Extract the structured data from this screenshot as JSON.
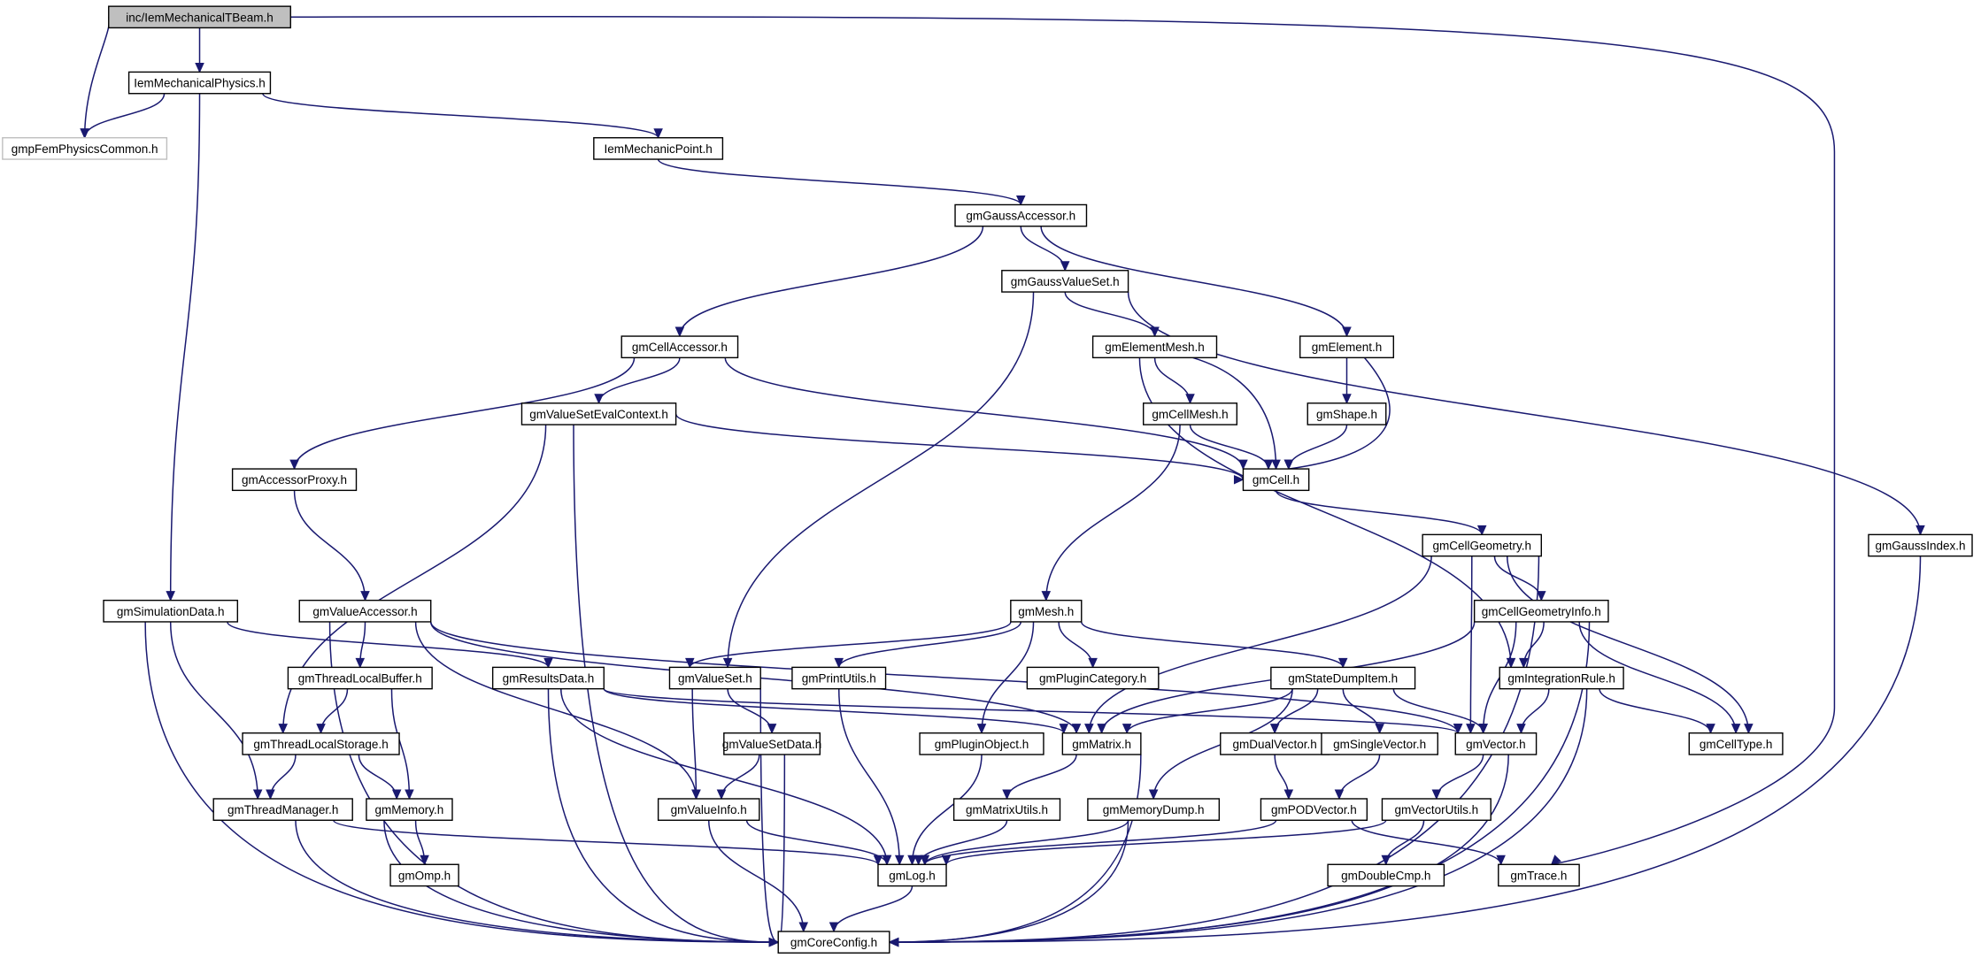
{
  "diagram": {
    "edge_color": "#191970",
    "root_fill": "#bfbfbf",
    "nodes": [
      {
        "id": "root",
        "label": "inc/IemMechanicalTBeam.h",
        "style": "root"
      },
      {
        "id": "physics",
        "label": "IemMechanicalPhysics.h"
      },
      {
        "id": "femcommon",
        "label": "gmpFemPhysicsCommon.h",
        "style": "external"
      },
      {
        "id": "mechpoint",
        "label": "IemMechanicPoint.h"
      },
      {
        "id": "gaussacc",
        "label": "gmGaussAccessor.h"
      },
      {
        "id": "gaussvs",
        "label": "gmGaussValueSet.h"
      },
      {
        "id": "cellacc",
        "label": "gmCellAccessor.h"
      },
      {
        "id": "elemmesh",
        "label": "gmElementMesh.h"
      },
      {
        "id": "element",
        "label": "gmElement.h"
      },
      {
        "id": "vsevalctx",
        "label": "gmValueSetEvalContext.h"
      },
      {
        "id": "cellmesh",
        "label": "gmCellMesh.h"
      },
      {
        "id": "shape",
        "label": "gmShape.h"
      },
      {
        "id": "accproxy",
        "label": "gmAccessorProxy.h"
      },
      {
        "id": "cell",
        "label": "gmCell.h"
      },
      {
        "id": "cellgeom",
        "label": "gmCellGeometry.h"
      },
      {
        "id": "gaussidx",
        "label": "gmGaussIndex.h"
      },
      {
        "id": "simdata",
        "label": "gmSimulationData.h"
      },
      {
        "id": "valacc",
        "label": "gmValueAccessor.h"
      },
      {
        "id": "mesh",
        "label": "gmMesh.h"
      },
      {
        "id": "cellgeominfo",
        "label": "gmCellGeometryInfo.h"
      },
      {
        "id": "tlbuffer",
        "label": "gmThreadLocalBuffer.h"
      },
      {
        "id": "results",
        "label": "gmResultsData.h"
      },
      {
        "id": "valueset",
        "label": "gmValueSet.h"
      },
      {
        "id": "printutils",
        "label": "gmPrintUtils.h"
      },
      {
        "id": "plugincat",
        "label": "gmPluginCategory.h"
      },
      {
        "id": "statedump",
        "label": "gmStateDumpItem.h"
      },
      {
        "id": "intrule",
        "label": "gmIntegrationRule.h"
      },
      {
        "id": "tlstorage",
        "label": "gmThreadLocalStorage.h"
      },
      {
        "id": "vsdata",
        "label": "gmValueSetData.h"
      },
      {
        "id": "pluginobj",
        "label": "gmPluginObject.h"
      },
      {
        "id": "matrix",
        "label": "gmMatrix.h"
      },
      {
        "id": "dualvec",
        "label": "gmDualVector.h"
      },
      {
        "id": "singlevec",
        "label": "gmSingleVector.h"
      },
      {
        "id": "vector",
        "label": "gmVector.h"
      },
      {
        "id": "celltype",
        "label": "gmCellType.h"
      },
      {
        "id": "threadmgr",
        "label": "gmThreadManager.h"
      },
      {
        "id": "memory",
        "label": "gmMemory.h"
      },
      {
        "id": "valinfo",
        "label": "gmValueInfo.h"
      },
      {
        "id": "matutils",
        "label": "gmMatrixUtils.h"
      },
      {
        "id": "memdump",
        "label": "gmMemoryDump.h"
      },
      {
        "id": "podvec",
        "label": "gmPODVector.h"
      },
      {
        "id": "vecutils",
        "label": "gmVectorUtils.h"
      },
      {
        "id": "omp",
        "label": "gmOmp.h"
      },
      {
        "id": "log",
        "label": "gmLog.h"
      },
      {
        "id": "doublecmp",
        "label": "gmDoubleCmp.h"
      },
      {
        "id": "trace",
        "label": "gmTrace.h"
      },
      {
        "id": "coreconfig",
        "label": "gmCoreConfig.h"
      }
    ],
    "edges": [
      [
        "root",
        "physics"
      ],
      [
        "root",
        "femcommon"
      ],
      [
        "root",
        "trace"
      ],
      [
        "physics",
        "femcommon"
      ],
      [
        "physics",
        "mechpoint"
      ],
      [
        "physics",
        "simdata"
      ],
      [
        "mechpoint",
        "gaussacc"
      ],
      [
        "gaussacc",
        "gaussvs"
      ],
      [
        "gaussacc",
        "cellacc"
      ],
      [
        "gaussacc",
        "element"
      ],
      [
        "gaussvs",
        "elemmesh"
      ],
      [
        "gaussvs",
        "gaussidx"
      ],
      [
        "gaussvs",
        "valueset"
      ],
      [
        "cellacc",
        "vsevalctx"
      ],
      [
        "cellacc",
        "accproxy"
      ],
      [
        "cellacc",
        "cell"
      ],
      [
        "elemmesh",
        "cellmesh"
      ],
      [
        "elemmesh",
        "cell"
      ],
      [
        "elemmesh",
        "intrule"
      ],
      [
        "element",
        "shape"
      ],
      [
        "element",
        "cell"
      ],
      [
        "vsevalctx",
        "cell"
      ],
      [
        "vsevalctx",
        "tlstorage"
      ],
      [
        "vsevalctx",
        "coreconfig"
      ],
      [
        "cellmesh",
        "cell"
      ],
      [
        "cellmesh",
        "mesh"
      ],
      [
        "shape",
        "cell"
      ],
      [
        "accproxy",
        "valacc"
      ],
      [
        "cell",
        "cellgeom"
      ],
      [
        "cellgeom",
        "cellgeominfo"
      ],
      [
        "cellgeom",
        "matrix"
      ],
      [
        "cellgeom",
        "vector"
      ],
      [
        "cellgeom",
        "celltype"
      ],
      [
        "cellgeom",
        "coreconfig"
      ],
      [
        "gaussidx",
        "coreconfig"
      ],
      [
        "simdata",
        "results"
      ],
      [
        "simdata",
        "threadmgr"
      ],
      [
        "simdata",
        "coreconfig"
      ],
      [
        "valacc",
        "tlbuffer"
      ],
      [
        "valacc",
        "valinfo"
      ],
      [
        "valacc",
        "matrix"
      ],
      [
        "valacc",
        "vector"
      ],
      [
        "valacc",
        "coreconfig"
      ],
      [
        "mesh",
        "valueset"
      ],
      [
        "mesh",
        "printutils"
      ],
      [
        "mesh",
        "plugincat"
      ],
      [
        "mesh",
        "statedump"
      ],
      [
        "mesh",
        "pluginobj"
      ],
      [
        "cellgeominfo",
        "intrule"
      ],
      [
        "cellgeominfo",
        "matrix"
      ],
      [
        "cellgeominfo",
        "vector"
      ],
      [
        "cellgeominfo",
        "celltype"
      ],
      [
        "cellgeominfo",
        "coreconfig"
      ],
      [
        "tlbuffer",
        "tlstorage"
      ],
      [
        "tlbuffer",
        "memory"
      ],
      [
        "results",
        "matrix"
      ],
      [
        "results",
        "vector"
      ],
      [
        "results",
        "log"
      ],
      [
        "results",
        "coreconfig"
      ],
      [
        "valueset",
        "vsdata"
      ],
      [
        "valueset",
        "valinfo"
      ],
      [
        "valueset",
        "coreconfig"
      ],
      [
        "printutils",
        "log"
      ],
      [
        "statedump",
        "matrix"
      ],
      [
        "statedump",
        "dualvec"
      ],
      [
        "statedump",
        "singlevec"
      ],
      [
        "statedump",
        "vector"
      ],
      [
        "statedump",
        "memdump"
      ],
      [
        "intrule",
        "vector"
      ],
      [
        "intrule",
        "celltype"
      ],
      [
        "intrule",
        "coreconfig"
      ],
      [
        "tlstorage",
        "threadmgr"
      ],
      [
        "tlstorage",
        "memory"
      ],
      [
        "vsdata",
        "valinfo"
      ],
      [
        "vsdata",
        "coreconfig"
      ],
      [
        "pluginobj",
        "log"
      ],
      [
        "matrix",
        "matutils"
      ],
      [
        "matrix",
        "coreconfig"
      ],
      [
        "dualvec",
        "podvec"
      ],
      [
        "singlevec",
        "podvec"
      ],
      [
        "vector",
        "vecutils"
      ],
      [
        "vector",
        "coreconfig"
      ],
      [
        "threadmgr",
        "log"
      ],
      [
        "threadmgr",
        "coreconfig"
      ],
      [
        "memory",
        "omp"
      ],
      [
        "memory",
        "coreconfig"
      ],
      [
        "valinfo",
        "log"
      ],
      [
        "valinfo",
        "coreconfig"
      ],
      [
        "matutils",
        "log"
      ],
      [
        "memdump",
        "log"
      ],
      [
        "memdump",
        "coreconfig"
      ],
      [
        "podvec",
        "log"
      ],
      [
        "podvec",
        "trace"
      ],
      [
        "vecutils",
        "log"
      ],
      [
        "vecutils",
        "doublecmp"
      ],
      [
        "log",
        "coreconfig"
      ]
    ]
  }
}
